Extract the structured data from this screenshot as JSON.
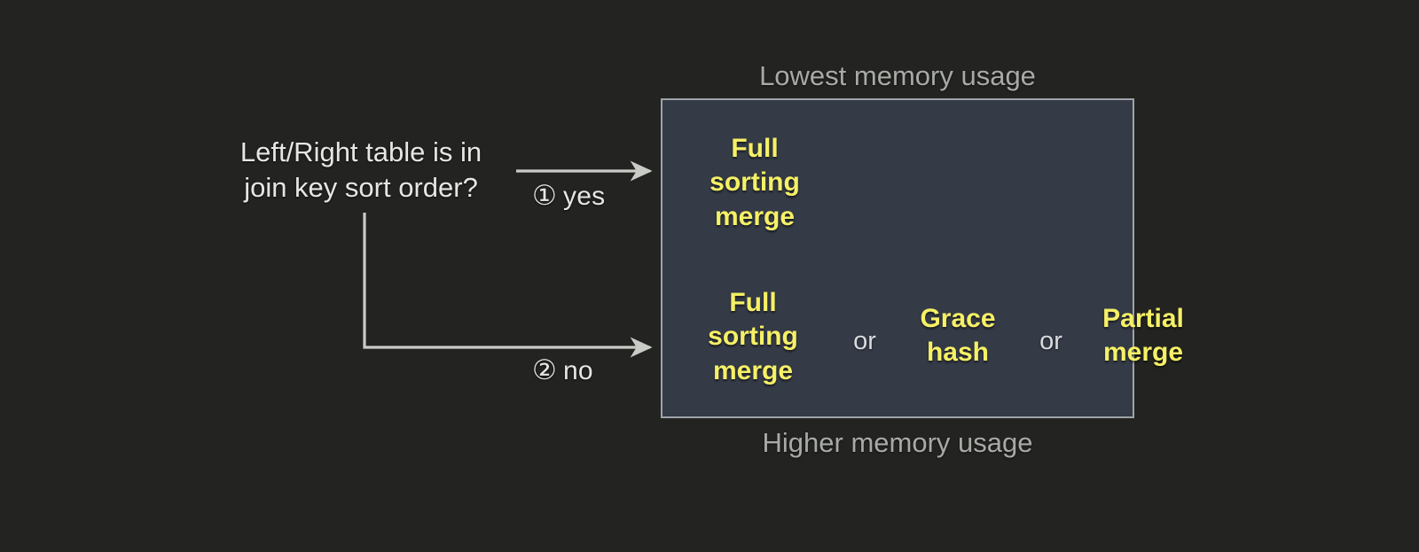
{
  "diagram": {
    "question": {
      "lines": [
        "Left/Right table is in",
        "join key sort order?"
      ]
    },
    "branches": [
      {
        "marker": "①",
        "label": "yes"
      },
      {
        "marker": "②",
        "label": "no"
      }
    ],
    "captions": {
      "top": "Lowest memory usage",
      "bottom": "Higher memory usage"
    },
    "outcomes": {
      "sorted": {
        "strategy": {
          "lines": [
            "Full",
            "sorting",
            "merge"
          ]
        }
      },
      "unsorted": {
        "options": [
          {
            "lines": [
              "Full",
              "sorting",
              "merge"
            ]
          },
          {
            "lines": [
              "Grace",
              "hash"
            ]
          },
          {
            "lines": [
              "Partial",
              "merge"
            ]
          }
        ],
        "conjunction": "or"
      }
    },
    "colors": {
      "page_background": "#232421",
      "box_background": "#343a46",
      "box_border": "#9fa4a8",
      "strategy_text": "#f6f066",
      "body_text": "#e6e6e4",
      "muted_text": "#a8aaa6",
      "connector": "#c9cbc6"
    }
  }
}
